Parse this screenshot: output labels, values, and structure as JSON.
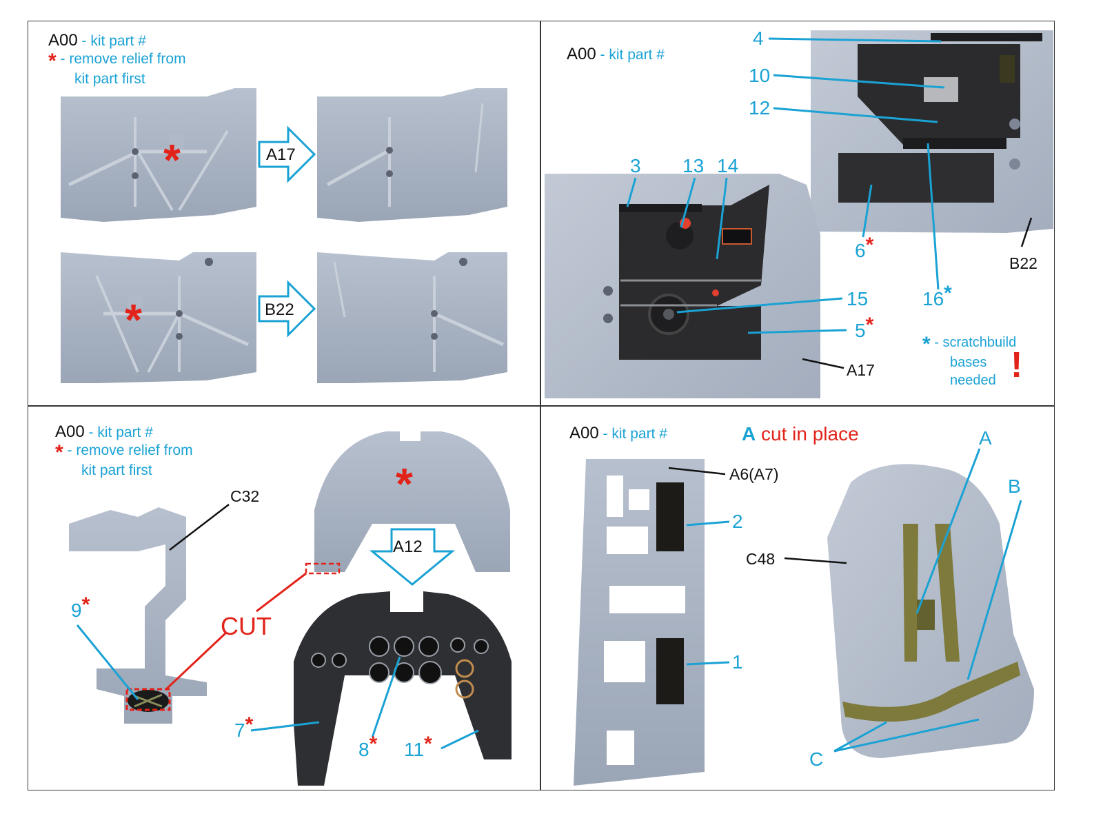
{
  "legend": {
    "kit_part_code": "A00",
    "kit_part_text": "- kit part #",
    "remove_relief_symbol": "*",
    "remove_relief_line1": "- remove relief from",
    "remove_relief_line2": "kit part first",
    "scratchbuild_symbol": "*",
    "scratchbuild_line1": "- scratchbuild",
    "scratchbuild_line2": "bases",
    "scratchbuild_line3": "needed",
    "exclamation": "!"
  },
  "panel_top_left": {
    "step1_arrow_label": "A17",
    "step2_arrow_label": "B22",
    "asterisk": "*"
  },
  "panel_top_right": {
    "callouts": [
      {
        "id": "4",
        "text": "4",
        "marker": ""
      },
      {
        "id": "10",
        "text": "10",
        "marker": ""
      },
      {
        "id": "12",
        "text": "12",
        "marker": ""
      },
      {
        "id": "3",
        "text": "3",
        "marker": ""
      },
      {
        "id": "13",
        "text": "13",
        "marker": ""
      },
      {
        "id": "14",
        "text": "14",
        "marker": ""
      },
      {
        "id": "6",
        "text": "6",
        "marker": "*"
      },
      {
        "id": "16",
        "text": "16",
        "marker": "*"
      },
      {
        "id": "15",
        "text": "15",
        "marker": ""
      },
      {
        "id": "5",
        "text": "5",
        "marker": "*"
      }
    ],
    "kit_parts": {
      "upper": "B22",
      "lower": "A17"
    }
  },
  "panel_bottom_left": {
    "kit_part_c32": "C32",
    "arrow_label": "A12",
    "cut_label": "CUT",
    "asterisk": "*",
    "callouts": [
      {
        "id": "9",
        "text": "9",
        "marker": "*"
      },
      {
        "id": "7",
        "text": "7",
        "marker": "*"
      },
      {
        "id": "8",
        "text": "8",
        "marker": "*"
      },
      {
        "id": "11",
        "text": "11",
        "marker": "*"
      }
    ]
  },
  "panel_bottom_right": {
    "cut_in_place_letter": "A",
    "cut_in_place_text": "cut in place",
    "kit_parts": {
      "frame": "A6(A7)",
      "seat": "C48"
    },
    "callouts": [
      {
        "id": "2",
        "text": "2"
      },
      {
        "id": "1",
        "text": "1"
      },
      {
        "id": "A",
        "text": "A"
      },
      {
        "id": "B",
        "text": "B"
      },
      {
        "id": "C",
        "text": "C"
      }
    ]
  },
  "colors": {
    "callout_blue": "#1aa2d4",
    "warning_red": "#e2231a",
    "resin_gray": "#aab4c4",
    "panel_black": "#2b2b2d",
    "harness_olive": "#7d7a3c"
  }
}
